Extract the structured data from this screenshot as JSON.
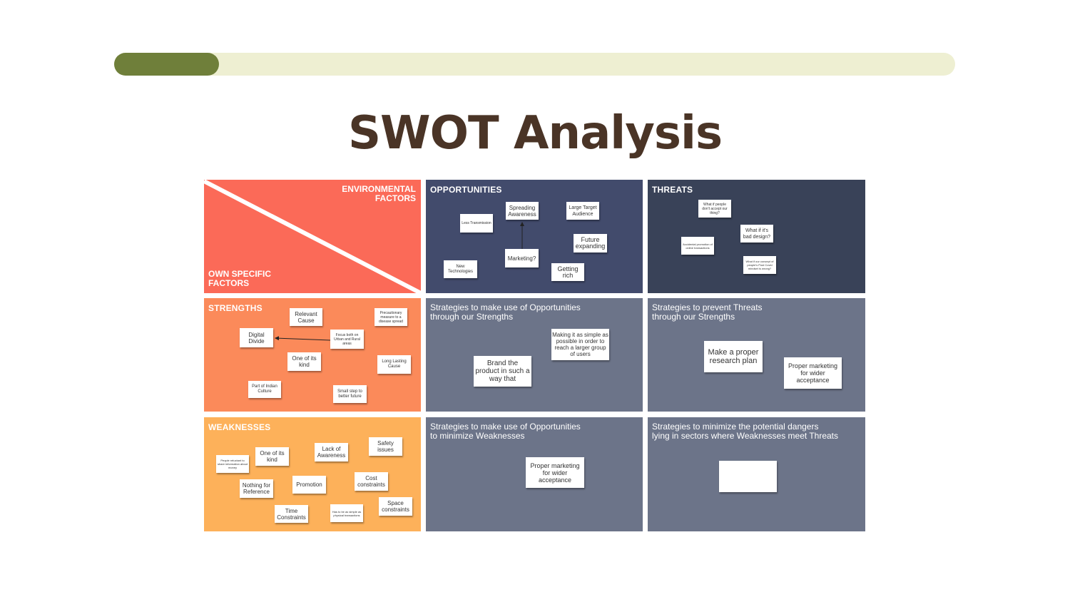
{
  "progress": {
    "fraction": 0.125,
    "colors": {
      "fill": "#6f7f3a",
      "track": "#eeefd2"
    }
  },
  "title": "SWOT Analysis",
  "environmental": {
    "top": "ENVIRONMENTAL\nFACTORS",
    "bottom": "OWN SPECIFIC\nFACTORS"
  },
  "opportunities": {
    "heading": "OPPORTUNITIES",
    "notes": [
      "Less Transmission",
      "Spreading Awareness",
      "Large Target Audience",
      "Future expanding",
      "Marketing?",
      "New Technologies",
      "Getting rich"
    ]
  },
  "threats": {
    "heading": "THREATS",
    "notes": [
      "What if people don't accept our thing?",
      "What if it's bad design?",
      "Accidental promotion of online transactions",
      "What if our concept of people's Post Covid mindset is wrong?"
    ]
  },
  "strengths": {
    "heading": "STRENGTHS",
    "notes": [
      "Relevant Cause",
      "Precautionary measure to a disease spread",
      "Digital Divide",
      "Focus both on Urban and Rural areas",
      "One of its kind",
      "Long Lasting Cause",
      "Part of Indian Culture",
      "Small step to better future"
    ]
  },
  "weaknesses": {
    "heading": "WEAKNESSES",
    "notes": [
      "People reluctant to share information about money",
      "One of its kind",
      "Lack of Awareness",
      "Safety issues",
      "Nothing for Reference",
      "Promotion",
      "Cost constraints",
      "Time Constraints",
      "Has to be as simple as physical transactions",
      "Space constraints"
    ]
  },
  "so": {
    "heading": "Strategies to make use of Opportunities\nthrough our Strengths",
    "notes": [
      "Brand the product in such a way that",
      "Making it as simple as possible in order to reach a larger group of users"
    ]
  },
  "st": {
    "heading": "Strategies to prevent Threats\nthrough our Strengths",
    "notes": [
      "Make a proper research plan",
      "Proper marketing for wider acceptance"
    ]
  },
  "wo": {
    "heading": "Strategies to make use of Opportunities\nto minimize Weaknesses",
    "notes": [
      "Proper marketing for wider acceptance"
    ]
  },
  "wt": {
    "heading": "Strategies to minimize the potential dangers\nlying in sectors where Weaknesses meet Threats",
    "notes": [
      ""
    ]
  }
}
